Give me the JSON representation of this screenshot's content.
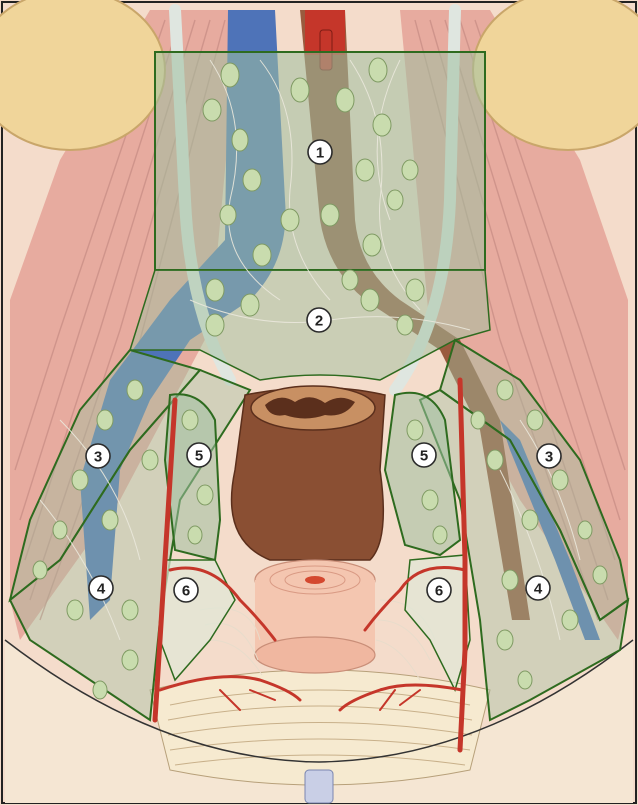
{
  "figure": {
    "zone_labels": [
      {
        "key": "zone-1",
        "text": "1"
      },
      {
        "key": "zone-2",
        "text": "2"
      },
      {
        "key": "zone-3-left",
        "text": "3"
      },
      {
        "key": "zone-3-right",
        "text": "3"
      },
      {
        "key": "zone-4-left",
        "text": "4"
      },
      {
        "key": "zone-4-right",
        "text": "4"
      },
      {
        "key": "zone-5-left",
        "text": "5"
      },
      {
        "key": "zone-5-right",
        "text": "5"
      },
      {
        "key": "zone-6-left",
        "text": "6"
      },
      {
        "key": "zone-6-right",
        "text": "6"
      }
    ],
    "colors": {
      "background_skin": "#f3d8c6",
      "muscle": "#e9b3a8",
      "vein": "#4e73b8",
      "artery": "#c5362a",
      "lymph_node": "#c9dcae",
      "zone_overlay": "#9fbfa0",
      "zone_outline": "#2e6b1f",
      "rectum": "#8a4f33",
      "kidney": "#f0d59a",
      "ureter": "#dfe6e0"
    }
  }
}
